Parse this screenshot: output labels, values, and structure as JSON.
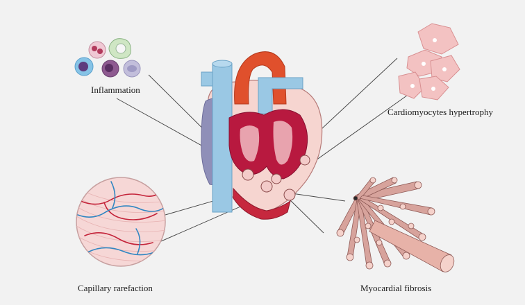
{
  "labels": {
    "inflammation": "Inflammation",
    "hypertrophy": "Cardiomyocytes hypertrophy",
    "capillary": "Capillary rarefaction",
    "fibrosis": "Myocardial fibrosis"
  },
  "colors": {
    "background": "#f2f2f2",
    "aorta": "#e0502c",
    "vena_cava": "#9ac8e4",
    "myocardium": "#b8193f",
    "pericardium": "#f6d5d0",
    "atrium": "#8f8fb8",
    "cardiomyocyte": "#f3c2c2",
    "fibre": "#c98d86",
    "capillary_artery": "#c4243a",
    "capillary_vein": "#2f86c2",
    "connector": "#4a4a4a"
  }
}
